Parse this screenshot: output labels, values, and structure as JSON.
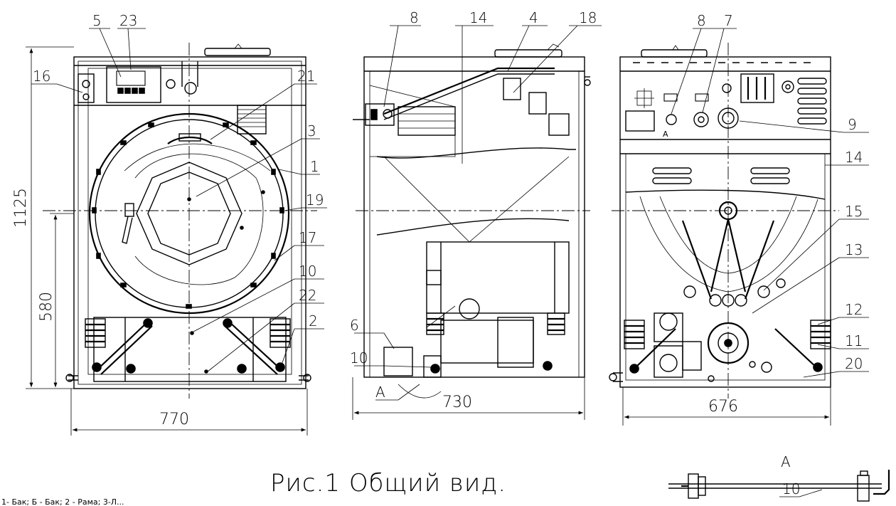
{
  "title": "Рис.1 Общий вид.",
  "bottom_text": "1- Бак; Б - Бак; 2 - Рама; 3-Л...",
  "section_label": "A",
  "dimensions": {
    "front_height": "1125",
    "front_lower_height": "580",
    "front_width": "770",
    "side_depth": "730",
    "rear_width": "676"
  },
  "front_view": {
    "labels": [
      "5",
      "23",
      "16",
      "21",
      "3",
      "1",
      "19",
      "17",
      "10",
      "22",
      "6",
      "2",
      "10"
    ],
    "section_marker": "A"
  },
  "side_view": {
    "labels": [
      "8",
      "14",
      "4",
      "18"
    ]
  },
  "rear_view": {
    "labels": [
      "8",
      "7",
      "9",
      "14",
      "15",
      "13",
      "12",
      "11",
      "20"
    ],
    "section_marker": "A"
  },
  "detail_view": {
    "label": "10"
  }
}
